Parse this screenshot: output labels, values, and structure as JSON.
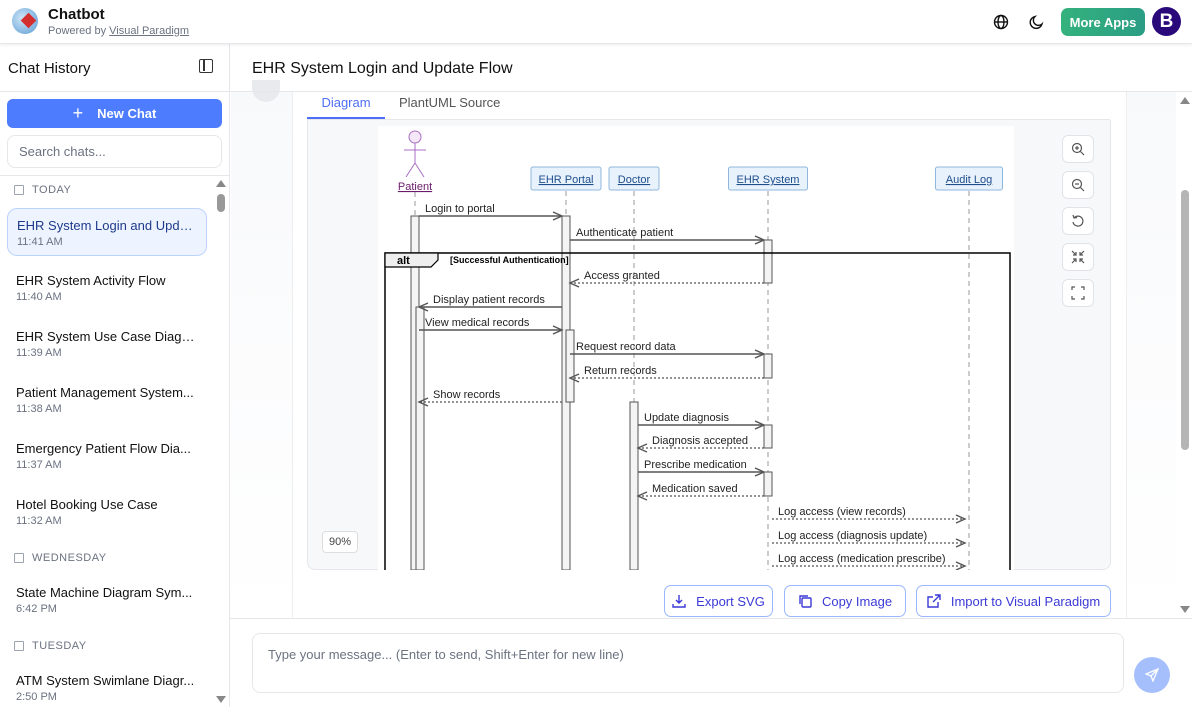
{
  "header": {
    "app_title": "Chatbot",
    "powered_prefix": "Powered by ",
    "powered_link": "Visual Paradigm",
    "more_apps": "More Apps",
    "avatar_letter": "B"
  },
  "sidebar": {
    "title": "Chat History",
    "new_chat": "New Chat",
    "search_placeholder": "Search chats...",
    "groups": [
      {
        "label": "TODAY"
      },
      {
        "label": "WEDNESDAY"
      },
      {
        "label": "TUESDAY"
      }
    ],
    "items": [
      {
        "title": "EHR System Login and Upda...",
        "time": "11:41 AM",
        "active": true
      },
      {
        "title": "EHR System Activity Flow",
        "time": "11:40 AM"
      },
      {
        "title": "EHR System Use Case Diagram",
        "time": "11:39 AM"
      },
      {
        "title": "Patient Management System...",
        "time": "11:38 AM"
      },
      {
        "title": "Emergency Patient Flow Dia...",
        "time": "11:37 AM"
      },
      {
        "title": "Hotel Booking Use Case",
        "time": "11:32 AM"
      },
      {
        "title": "State Machine Diagram Sym...",
        "time": "6:42 PM"
      },
      {
        "title": "ATM System Swimlane Diagr...",
        "time": "2:50 PM"
      }
    ]
  },
  "main": {
    "title": "EHR System Login and Update Flow",
    "tabs": [
      {
        "label": "Diagram",
        "active": true
      },
      {
        "label": "PlantUML Source"
      }
    ],
    "zoom_level": "90%",
    "actions": {
      "export_svg": "Export SVG",
      "copy_image": "Copy Image",
      "import_vp": "Import to Visual Paradigm"
    },
    "input_placeholder": "Type your message... (Enter to send, Shift+Enter for new line)"
  },
  "diagram": {
    "participants": [
      {
        "name": "Patient",
        "kind": "actor"
      },
      {
        "name": "EHR Portal",
        "kind": "participant"
      },
      {
        "name": "Doctor",
        "kind": "participant"
      },
      {
        "name": "EHR System",
        "kind": "participant"
      },
      {
        "name": "Audit Log",
        "kind": "participant"
      }
    ],
    "fragment": {
      "operator": "alt",
      "guard": "[Successful Authentication]"
    },
    "messages": [
      {
        "from": "Patient",
        "to": "EHR Portal",
        "text": "Login to portal",
        "reply": false
      },
      {
        "from": "EHR Portal",
        "to": "EHR System",
        "text": "Authenticate patient",
        "reply": false
      },
      {
        "from": "EHR System",
        "to": "EHR Portal",
        "text": "Access granted",
        "reply": true
      },
      {
        "from": "EHR Portal",
        "to": "Patient",
        "text": "Display patient records",
        "reply": false
      },
      {
        "from": "Patient",
        "to": "EHR Portal",
        "text": "View medical records",
        "reply": false
      },
      {
        "from": "EHR Portal",
        "to": "EHR System",
        "text": "Request record data",
        "reply": false
      },
      {
        "from": "EHR System",
        "to": "EHR Portal",
        "text": "Return records",
        "reply": true
      },
      {
        "from": "EHR Portal",
        "to": "Patient",
        "text": "Show records",
        "reply": true
      },
      {
        "from": "Doctor",
        "to": "EHR System",
        "text": "Update diagnosis",
        "reply": false
      },
      {
        "from": "EHR System",
        "to": "Doctor",
        "text": "Diagnosis accepted",
        "reply": true
      },
      {
        "from": "Doctor",
        "to": "EHR System",
        "text": "Prescribe medication",
        "reply": false
      },
      {
        "from": "EHR System",
        "to": "Doctor",
        "text": "Medication saved",
        "reply": true
      },
      {
        "from": "EHR System",
        "to": "Audit Log",
        "text": "Log access (view records)",
        "reply": true
      },
      {
        "from": "EHR System",
        "to": "Audit Log",
        "text": "Log access (diagnosis update)",
        "reply": true
      },
      {
        "from": "EHR System",
        "to": "Audit Log",
        "text": "Log access (medication prescribe)",
        "reply": true
      }
    ]
  },
  "colors": {
    "accent": "#4d7cfe",
    "more_apps": "#2fa981",
    "avatar": "#2a0a7a",
    "actor": "#a86fc4",
    "participant_fill": "#e8f2fc",
    "participant_border": "#8fb6dd"
  },
  "icons": {
    "theme": "moon-icon",
    "language": "globe-icon",
    "send": "send-icon"
  }
}
